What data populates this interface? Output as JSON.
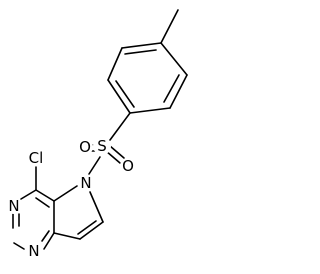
{
  "molecule": {
    "atoms": {
      "methyl_bond_end": "",
      "sulfur": "S",
      "oxygen_left": "O",
      "oxygen_right": "O",
      "nitrogen_pyrrole": "N",
      "chlorine": "Cl",
      "nitrogen_ring_upper": "N",
      "nitrogen_ring_lower": "N"
    }
  }
}
